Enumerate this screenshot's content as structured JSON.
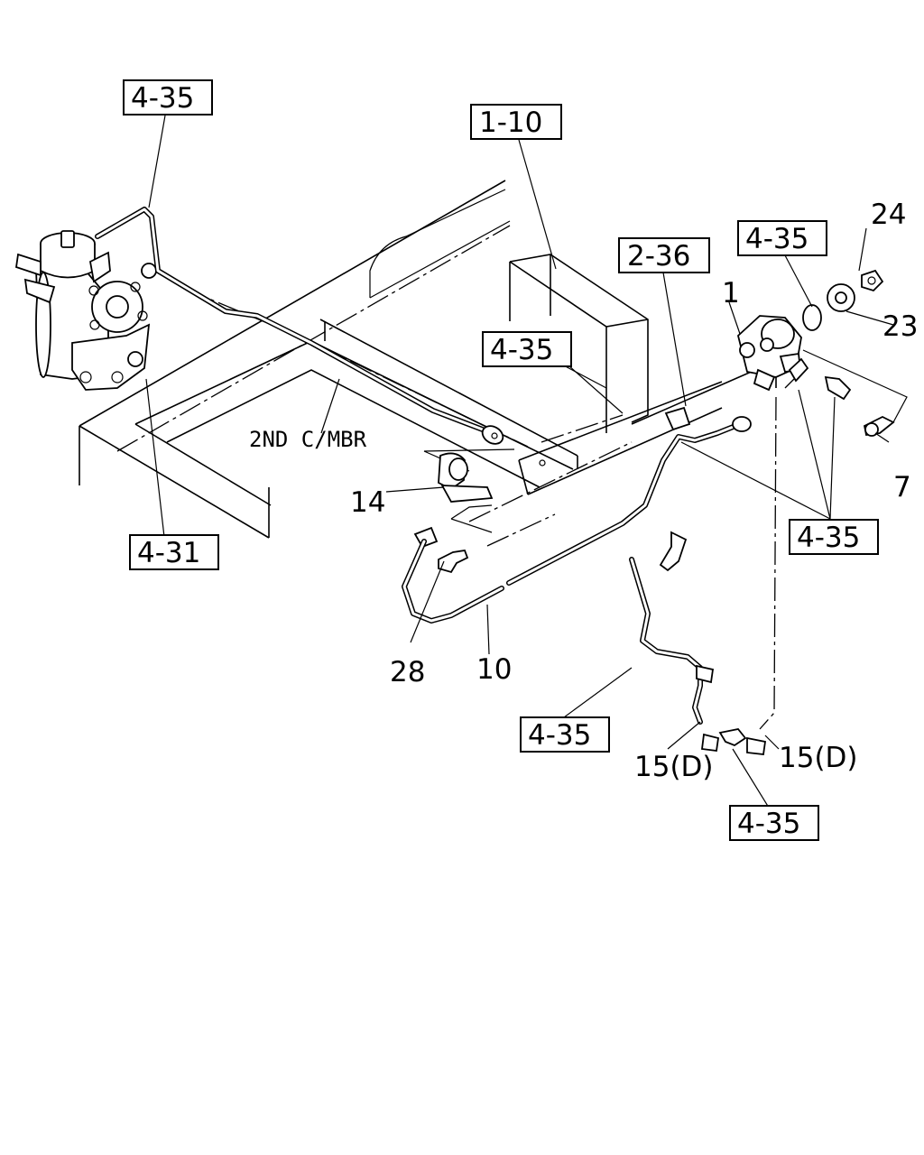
{
  "diagram": {
    "note": "2ND C/MBR",
    "callouts": {
      "p1": "1",
      "p7": "7",
      "p10": "10",
      "p14": "14",
      "p15a": "15(D)",
      "p15b": "15(D)",
      "p23": "23",
      "p24": "24",
      "p28": "28"
    },
    "references": {
      "r1": "4-35",
      "r2": "1-10",
      "r3": "2-36",
      "r4": "4-35",
      "r5": "4-35",
      "r6": "4-35",
      "r7": "4-31",
      "r8": "4-35",
      "r9": "4-35"
    }
  }
}
